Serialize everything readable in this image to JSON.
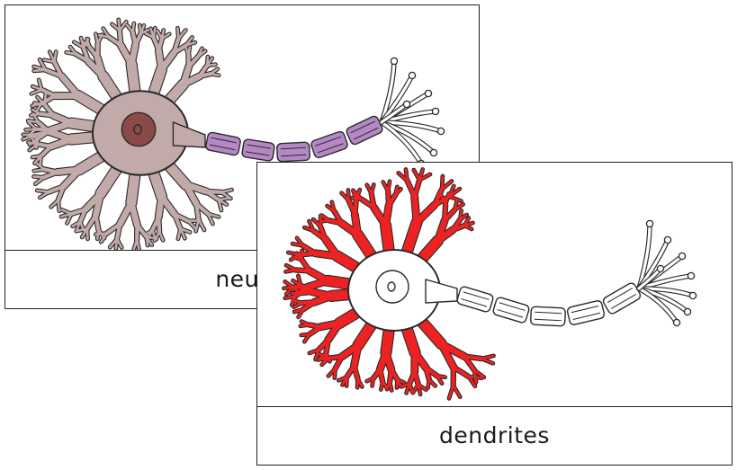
{
  "cards": [
    {
      "id": "back",
      "label": "neur",
      "colors": {
        "body": "#c2aaa8",
        "nucleus": "#8a4a48",
        "nucleolus": "#5e2c2c",
        "myelin": "#b488c4",
        "outline": "#2a2a2a",
        "terminal": "#ffffff"
      }
    },
    {
      "id": "front",
      "label": "dendrites",
      "colors": {
        "body": "#ffffff",
        "dendrite_highlight": "#ee2222",
        "nucleus": "#ffffff",
        "myelin": "#ffffff",
        "outline": "#2a2a2a"
      }
    }
  ]
}
